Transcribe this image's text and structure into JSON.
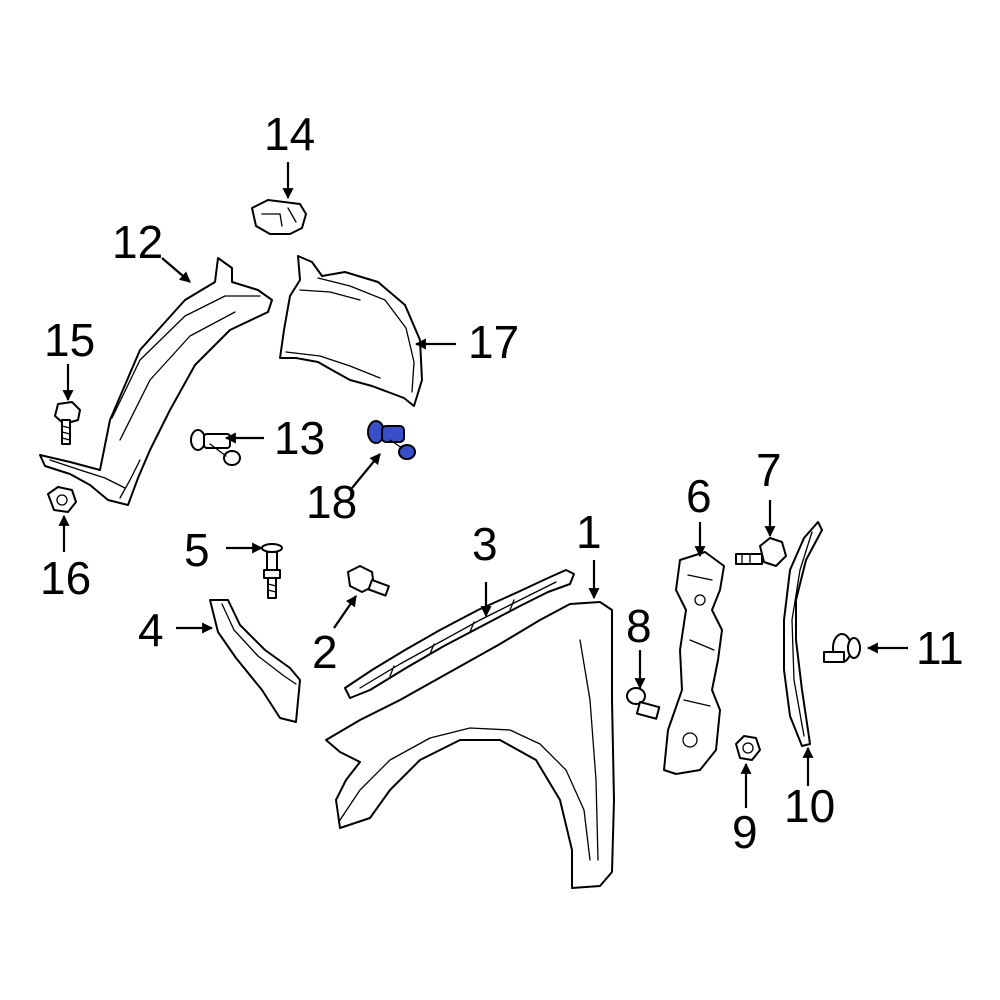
{
  "diagram": {
    "callouts": [
      {
        "id": "c1",
        "label": "1"
      },
      {
        "id": "c2",
        "label": "2"
      },
      {
        "id": "c3",
        "label": "3"
      },
      {
        "id": "c4",
        "label": "4"
      },
      {
        "id": "c5",
        "label": "5"
      },
      {
        "id": "c6",
        "label": "6"
      },
      {
        "id": "c7",
        "label": "7"
      },
      {
        "id": "c8",
        "label": "8"
      },
      {
        "id": "c9",
        "label": "9"
      },
      {
        "id": "c10",
        "label": "10"
      },
      {
        "id": "c11",
        "label": "11"
      },
      {
        "id": "c12",
        "label": "12"
      },
      {
        "id": "c13",
        "label": "13"
      },
      {
        "id": "c14",
        "label": "14"
      },
      {
        "id": "c15",
        "label": "15"
      },
      {
        "id": "c16",
        "label": "16"
      },
      {
        "id": "c17",
        "label": "17"
      },
      {
        "id": "c18",
        "label": "18"
      }
    ],
    "highlight_color": "#3a4fc7",
    "highlighted_part": "18"
  }
}
